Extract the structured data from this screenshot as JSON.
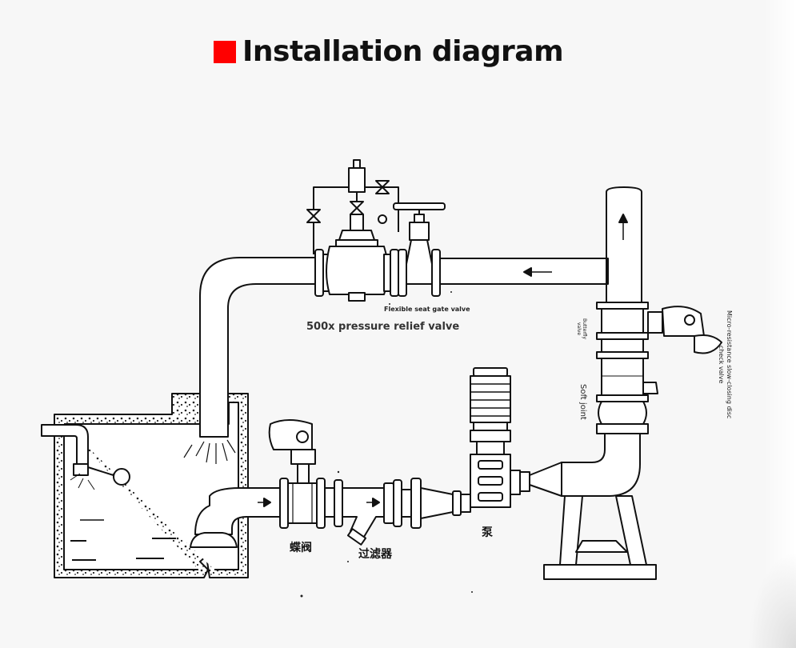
{
  "title": "Installation diagram",
  "colors": {
    "accent": "#ff0000",
    "line": "#111111",
    "pipe_fill": "#ffffff"
  },
  "labels": {
    "gate_valve": "Flexible seat gate valve",
    "relief_valve": "500x pressure relief valve",
    "butterfly_top_1": "Butterfly",
    "butterfly_top_2": "valve",
    "check_valve_1": "Micro-resistance slow-closing disc",
    "check_valve_2": "check valve",
    "soft_joint": "Soft joint",
    "butterfly_cn": "蝶阀",
    "filter_cn": "过滤器",
    "pump_cn": "泵"
  }
}
